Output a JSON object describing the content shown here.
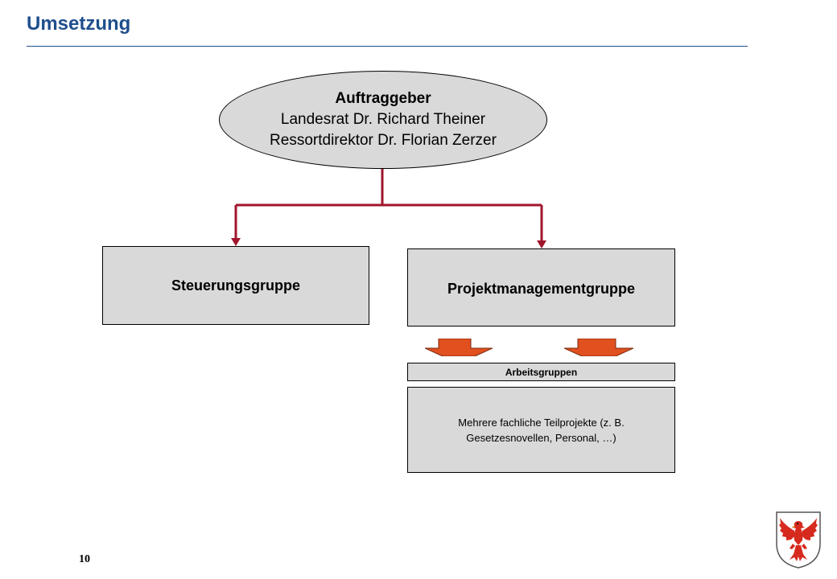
{
  "header": {
    "title": "Umsetzung"
  },
  "diagram": {
    "client": {
      "heading": "Auftraggeber",
      "line1": "Landesrat Dr. Richard Theiner",
      "line2": "Ressortdirektor Dr. Florian Zerzer"
    },
    "steering_group": "Steuerungsgruppe",
    "pm_group": "Projektmanagementgruppe",
    "working_groups_label": "Arbeitsgruppen",
    "subprojects_text": "Mehrere fachliche Teilprojekte (z. B. Gesetzesnovellen, Personal, …)"
  },
  "footer": {
    "page_number": "10",
    "emblem_icon": "tyrolean-eagle-coat-of-arms-icon"
  },
  "colors": {
    "title": "#1f4e8c",
    "connector": "#a0162b",
    "box_fill": "#d9d9d9",
    "arrow_fill": "#e1501f"
  }
}
